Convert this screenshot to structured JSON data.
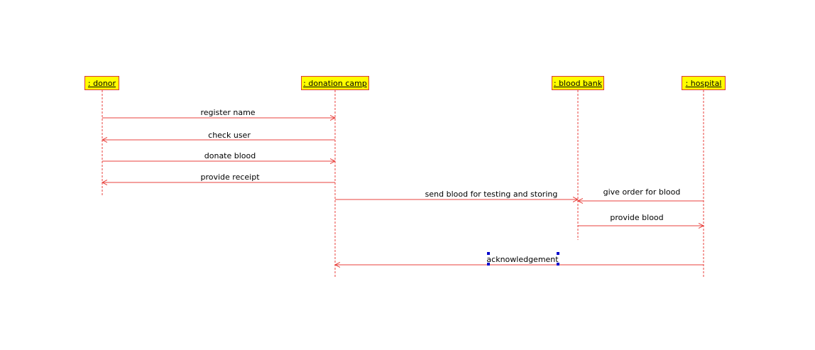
{
  "diagram": {
    "type": "sequence",
    "line_color": "#e8413c",
    "actor_fill": "#ffff00",
    "actors": [
      {
        "id": "donor",
        "label": ": donor"
      },
      {
        "id": "camp",
        "label": ": donation camp"
      },
      {
        "id": "bank",
        "label": ": blood bank"
      },
      {
        "id": "hospital",
        "label": ": hospital"
      }
    ],
    "messages": [
      {
        "from": "donor",
        "to": "camp",
        "label": "register name"
      },
      {
        "from": "camp",
        "to": "donor",
        "label": "check user"
      },
      {
        "from": "donor",
        "to": "camp",
        "label": "donate blood"
      },
      {
        "from": "camp",
        "to": "donor",
        "label": "provide receipt"
      },
      {
        "from": "camp",
        "to": "bank",
        "label": "send blood for testing and storing"
      },
      {
        "from": "hospital",
        "to": "bank",
        "label": "give order for blood"
      },
      {
        "from": "bank",
        "to": "hospital",
        "label": "provide blood"
      },
      {
        "from": "hospital",
        "to": "camp",
        "label": "acknowledgement",
        "selected": true
      }
    ]
  }
}
